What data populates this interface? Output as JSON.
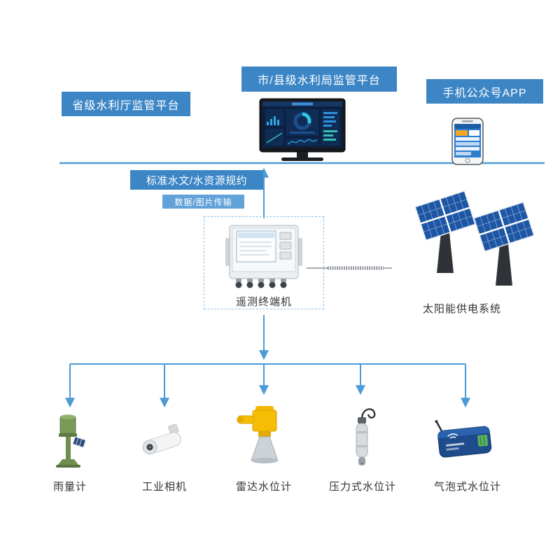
{
  "colors": {
    "box_blue": "#3d86c6",
    "sub_box_blue": "#61a2d8",
    "line_blue": "#4a9bd6",
    "text_dark": "#333333",
    "solar_panel_blue": "#1d56a5",
    "radar_yellow": "#f6bd05"
  },
  "platforms": {
    "provincial": {
      "label": "省级水利厅监管平台"
    },
    "city_county": {
      "label": "市/县级水利局监管平台"
    },
    "mobile_app": {
      "label": "手机公众号APP"
    }
  },
  "links": {
    "protocol": {
      "label": "标准水文/水资源规约"
    },
    "transmission": {
      "label": "数据/图片传输"
    }
  },
  "terminal": {
    "label": "遥测终端机"
  },
  "solar": {
    "label": "太阳能供电系统"
  },
  "sensors": [
    {
      "id": "rain-gauge",
      "label": "雨量计"
    },
    {
      "id": "industrial-camera",
      "label": "工业相机"
    },
    {
      "id": "radar-level-gauge",
      "label": "雷达水位计"
    },
    {
      "id": "pressure-level-gauge",
      "label": "压力式水位计"
    },
    {
      "id": "bubble-level-gauge",
      "label": "气泡式水位计"
    }
  ]
}
